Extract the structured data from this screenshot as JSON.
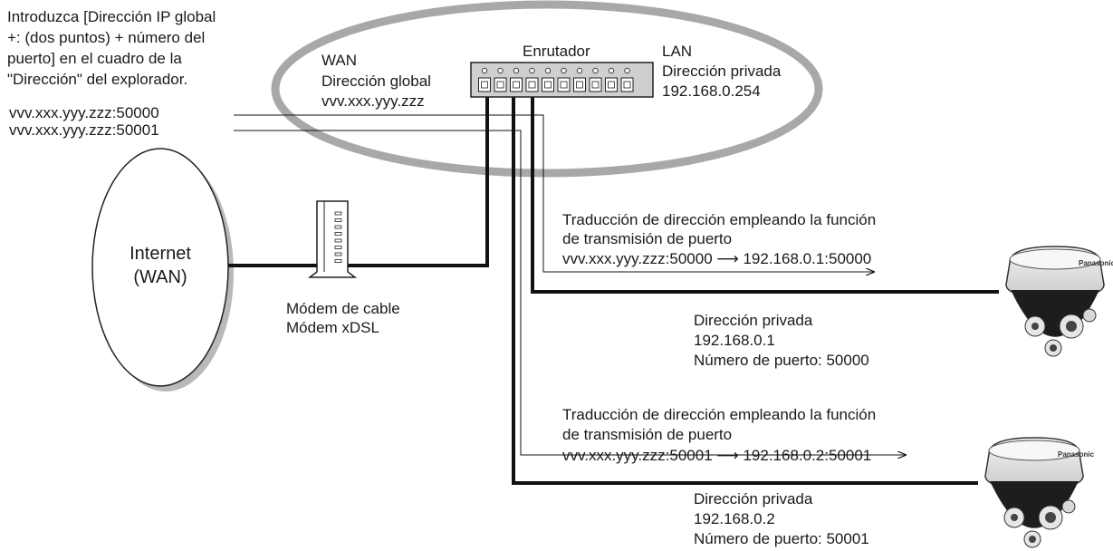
{
  "instruction": {
    "line1": "Introduzca [Dirección IP global",
    "line2": "+: (dos puntos) + número del",
    "line3": "puerto] en el cuadro de la",
    "line4": "\"Dirección\" del explorador."
  },
  "addresses": {
    "port1": "vvv.xxx.yyy.zzz:50000",
    "port2": "vvv.xxx.yyy.zzz:50001"
  },
  "wan": {
    "title": "WAN",
    "label": "Dirección global",
    "ip": "vvv.xxx.yyy.zzz"
  },
  "router": {
    "name": "Enrutador"
  },
  "lan": {
    "title": "LAN",
    "label": "Dirección privada",
    "ip": "192.168.0.254"
  },
  "internet": {
    "line1": "Internet",
    "line2": "(WAN)"
  },
  "modem": {
    "line1": "Módem de cable",
    "line2": "Módem xDSL"
  },
  "translation1": {
    "line1": "Traducción de dirección empleando la función",
    "line2": "de transmisión de puerto",
    "line3": "vvv.xxx.yyy.zzz:50000 ⟶ 192.168.0.1:50000"
  },
  "camera1": {
    "label": "Dirección privada",
    "ip": "192.168.0.1",
    "port": "Número de puerto: 50000",
    "brand": "Panasonic"
  },
  "translation2": {
    "line1": "Traducción de dirección empleando la función",
    "line2": "de transmisión de puerto",
    "line3": "vvv.xxx.yyy.zzz:50001 ⟶ 192.168.0.2:50001"
  },
  "camera2": {
    "label": "Dirección privada",
    "ip": "192.168.0.2",
    "port": "Número de puerto: 50001",
    "brand": "Panasonic"
  }
}
